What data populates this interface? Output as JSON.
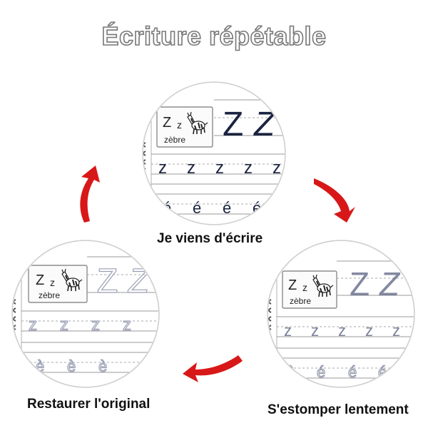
{
  "title": "Écriture répétable",
  "steps": [
    {
      "caption": "Je viens d'écrire"
    },
    {
      "caption": "Restaurer l'original"
    },
    {
      "caption": "S'estomper lentement"
    }
  ],
  "card": {
    "letter_upper": "Z",
    "letter_lower": "z",
    "word": "zèbre"
  },
  "practice": {
    "big_letter": "Z",
    "row_letter": "z",
    "accent_letter": "é",
    "grave_letter": "è"
  },
  "colors": {
    "arrow": "#d81818",
    "ink_dark": "#1a2340",
    "ink_faded": "#8a90a6",
    "ruled_line": "#999999",
    "title_outline": "#777777"
  },
  "icons": [
    "zebra-icon",
    "spiral-binding-icon",
    "curved-arrow-icon"
  ]
}
